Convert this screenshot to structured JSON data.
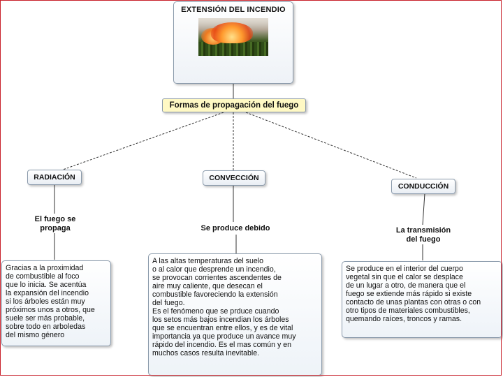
{
  "title_node": {
    "title": "EXTENSIÓN DEL INCENDIO",
    "image": "forest-fire-photo"
  },
  "central_node": "Formas de propagación del fuego",
  "branches": [
    {
      "category": "RADIACIÓN",
      "link_label": "El fuego se\npropaga",
      "description": "Gracias a la proximidad\nde combustible al foco\nque lo inicia. Se acentúa\nla expansión del incendio\nsi los árboles están muy\npróximos unos a otros, que\nsuele ser más probable,\nsobre todo en arboledas\ndel mismo género"
    },
    {
      "category": "CONVECCIÓN",
      "link_label": "Se produce debido",
      "description": "A las altas temperaturas del suelo\no al calor que desprende un incendio,\nse provocan corrientes ascendentes de\naire muy caliente, que desecan el\ncombustible favoreciendo la extensión\ndel fuego.\nEs el fenómeno que se prduce cuando\nlos setos más bajos incendian los árboles\nque se encuentran entre ellos, y es de vital\nimportancia ya que produce un avance muy\nrápido del incendio. Es el mas común y en\nmuchos casos resulta inevitable."
    },
    {
      "category": "CONDUCCIÓN",
      "link_label": "La transmisión\ndel fuego",
      "description": "Se produce en el interior del cuerpo\nvegetal sin que el calor se desplace\nde un lugar a otro, de manera que el\nfuego se extiende más rápido si existe\ncontacto de unas plantas con otras o con\notro tipos de materiales combustibles,\nquemando raíces, troncos y ramas."
    }
  ]
}
